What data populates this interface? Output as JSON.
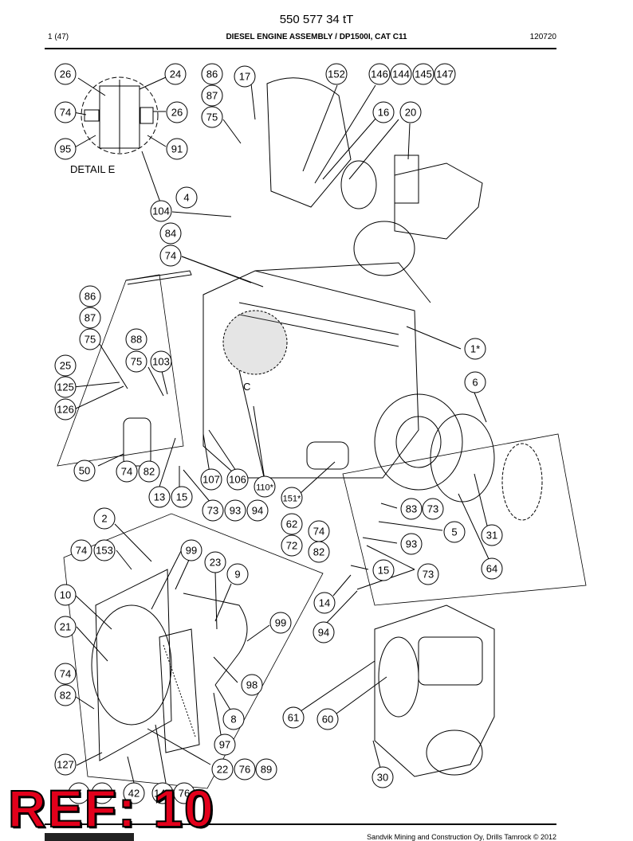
{
  "header": {
    "doc_number": "550 577 34 tT",
    "page": "1 (47)",
    "title": "DIESEL ENGINE ASSEMBLY / DP1500I, CAT C11",
    "code": "120720"
  },
  "diagram": {
    "detail_label": "DETAIL E",
    "detail_letter": "C",
    "callouts": [
      {
        "label": "26"
      },
      {
        "label": "24"
      },
      {
        "label": "86"
      },
      {
        "label": "87"
      },
      {
        "label": "17"
      },
      {
        "label": "75"
      },
      {
        "label": "152"
      },
      {
        "label": "146"
      },
      {
        "label": "144"
      },
      {
        "label": "145"
      },
      {
        "label": "147"
      },
      {
        "label": "74"
      },
      {
        "label": "26"
      },
      {
        "label": "16"
      },
      {
        "label": "20"
      },
      {
        "label": "95"
      },
      {
        "label": "91"
      },
      {
        "label": "4"
      },
      {
        "label": "104"
      },
      {
        "label": "84"
      },
      {
        "label": "74"
      },
      {
        "label": "86"
      },
      {
        "label": "87"
      },
      {
        "label": "75"
      },
      {
        "label": "88"
      },
      {
        "label": "1*"
      },
      {
        "label": "25"
      },
      {
        "label": "75"
      },
      {
        "label": "103"
      },
      {
        "label": "125"
      },
      {
        "label": "6"
      },
      {
        "label": "126"
      },
      {
        "label": "50"
      },
      {
        "label": "74"
      },
      {
        "label": "82"
      },
      {
        "label": "107"
      },
      {
        "label": "106"
      },
      {
        "label": "110*"
      },
      {
        "label": "13"
      },
      {
        "label": "15"
      },
      {
        "label": "151*"
      },
      {
        "label": "73"
      },
      {
        "label": "93"
      },
      {
        "label": "94"
      },
      {
        "label": "83"
      },
      {
        "label": "73"
      },
      {
        "label": "2"
      },
      {
        "label": "62"
      },
      {
        "label": "74"
      },
      {
        "label": "5"
      },
      {
        "label": "31"
      },
      {
        "label": "72"
      },
      {
        "label": "74"
      },
      {
        "label": "153"
      },
      {
        "label": "99"
      },
      {
        "label": "82"
      },
      {
        "label": "93"
      },
      {
        "label": "23"
      },
      {
        "label": "64"
      },
      {
        "label": "15"
      },
      {
        "label": "9"
      },
      {
        "label": "73"
      },
      {
        "label": "10"
      },
      {
        "label": "14"
      },
      {
        "label": "99"
      },
      {
        "label": "21"
      },
      {
        "label": "94"
      },
      {
        "label": "74"
      },
      {
        "label": "98"
      },
      {
        "label": "82"
      },
      {
        "label": "61"
      },
      {
        "label": "60"
      },
      {
        "label": "8"
      },
      {
        "label": "97"
      },
      {
        "label": "127"
      },
      {
        "label": "22"
      },
      {
        "label": "76"
      },
      {
        "label": "89"
      },
      {
        "label": "30"
      },
      {
        "label": "7"
      },
      {
        "label": "41"
      },
      {
        "label": "42"
      },
      {
        "label": "143"
      },
      {
        "label": "76"
      }
    ]
  },
  "stamp": {
    "text": "REF: 10",
    "color": "#e3001b"
  },
  "footer": {
    "text": "Sandvik Mining and Construction Oy, Drills Tamrock © 2012"
  }
}
